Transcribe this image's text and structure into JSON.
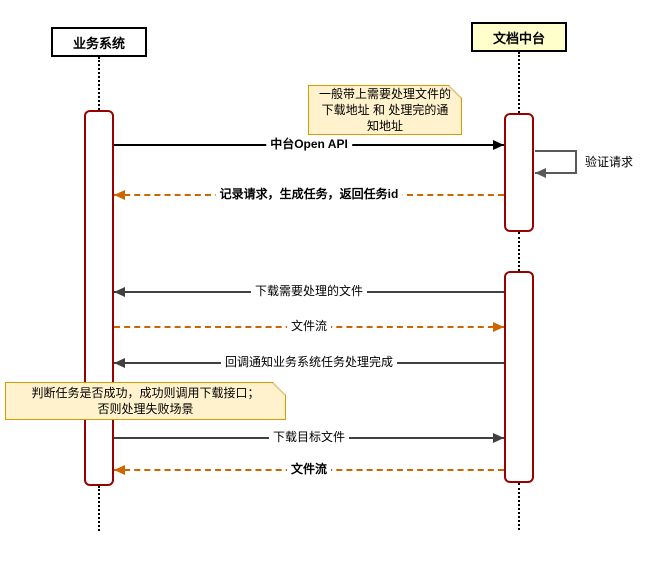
{
  "actors": [
    {
      "label": "业务系统"
    },
    {
      "label": "文档中台"
    }
  ],
  "messages": [
    {
      "label": "中台Open API",
      "from": "业务系统",
      "to": "文档中台",
      "style": "solid",
      "color": "#000000",
      "bold": true
    },
    {
      "label": "验证请求",
      "from": "文档中台",
      "to": "文档中台",
      "style": "self-loop",
      "color": "#595959",
      "bold": false
    },
    {
      "label": "记录请求，生成任务，返回任务id",
      "from": "文档中台",
      "to": "业务系统",
      "style": "dashed",
      "color": "#cc6600",
      "bold": true
    },
    {
      "label": "下载需要处理的文件",
      "from": "文档中台",
      "to": "业务系统",
      "style": "solid",
      "color": "#404040",
      "bold": false
    },
    {
      "label": "文件流",
      "from": "业务系统",
      "to": "文档中台",
      "style": "dashed",
      "color": "#cc6600",
      "bold": false
    },
    {
      "label": "回调通知业务系统任务处理完成",
      "from": "文档中台",
      "to": "业务系统",
      "style": "solid",
      "color": "#404040",
      "bold": false
    },
    {
      "label": "下载目标文件",
      "from": "业务系统",
      "to": "文档中台",
      "style": "solid",
      "color": "#404040",
      "bold": false
    },
    {
      "label": "文件流",
      "from": "文档中台",
      "to": "业务系统",
      "style": "dashed",
      "color": "#cc6600",
      "bold": true
    }
  ],
  "notes": [
    {
      "lines": [
        "一般带上需要处理文件的",
        "下载地址 和 处理完的通",
        "知地址"
      ]
    },
    {
      "lines": [
        "判断任务是否成功，成功则调用下载接口；",
        "否则处理失败场景"
      ]
    }
  ],
  "colors": {
    "activation_border": "#990000",
    "dashed_accent": "#cc6600",
    "solid_message": "#404040",
    "self_loop": "#595959",
    "note_fill": "#fff2cc",
    "note_border": "#d79b00",
    "actor_right_fill": "#ffffcc"
  }
}
